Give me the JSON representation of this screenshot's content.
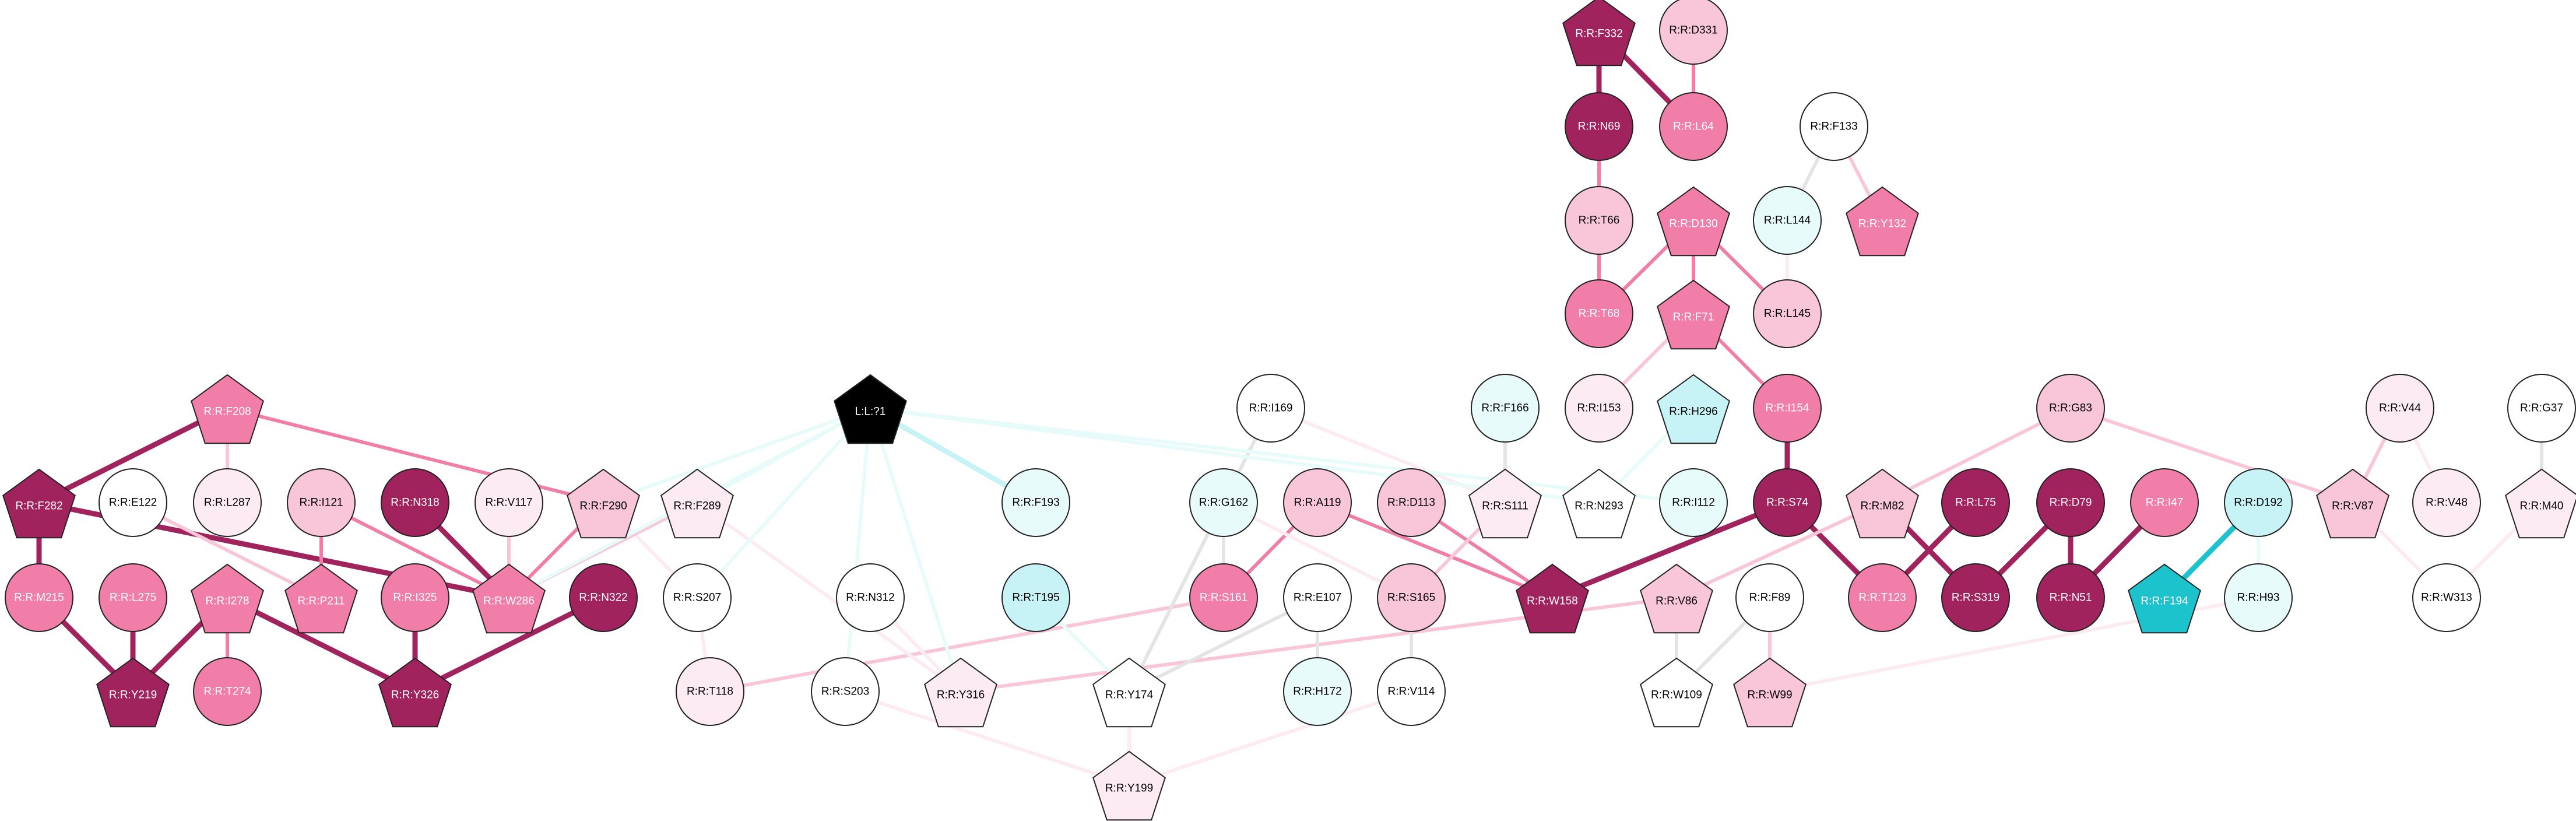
{
  "colors": {
    "dark": "#a0235e",
    "mid": "#f07ea9",
    "light": "#f8c5d9",
    "pale": "#fcebf2",
    "white": "#ffffff",
    "cyan_pale": "#e8fbfb",
    "cyan_light": "#c8f3f6",
    "cyan": "#1cc3cc",
    "black": "#000000",
    "grey": "#e4e4e4"
  },
  "nodes": [
    {
      "id": "L:L:?1",
      "shape": "pentagon",
      "fill": "black"
    },
    {
      "id": "R:R:F332",
      "shape": "pentagon",
      "fill": "dark"
    },
    {
      "id": "R:R:D331",
      "shape": "circle",
      "fill": "light"
    },
    {
      "id": "R:R:N69",
      "shape": "circle",
      "fill": "dark"
    },
    {
      "id": "R:R:L64",
      "shape": "circle",
      "fill": "mid"
    },
    {
      "id": "R:R:F133",
      "shape": "circle",
      "fill": "white"
    },
    {
      "id": "R:R:T66",
      "shape": "circle",
      "fill": "light"
    },
    {
      "id": "R:R:D130",
      "shape": "pentagon",
      "fill": "mid"
    },
    {
      "id": "R:R:L144",
      "shape": "circle",
      "fill": "cyan_pale"
    },
    {
      "id": "R:R:Y132",
      "shape": "pentagon",
      "fill": "mid"
    },
    {
      "id": "R:R:T68",
      "shape": "circle",
      "fill": "mid"
    },
    {
      "id": "R:R:F71",
      "shape": "pentagon",
      "fill": "mid"
    },
    {
      "id": "R:R:L145",
      "shape": "circle",
      "fill": "light"
    },
    {
      "id": "R:R:F208",
      "shape": "pentagon",
      "fill": "mid"
    },
    {
      "id": "R:R:I169",
      "shape": "circle",
      "fill": "white"
    },
    {
      "id": "R:R:F166",
      "shape": "circle",
      "fill": "cyan_pale"
    },
    {
      "id": "R:R:I153",
      "shape": "circle",
      "fill": "pale"
    },
    {
      "id": "R:R:H296",
      "shape": "pentagon",
      "fill": "cyan_light"
    },
    {
      "id": "R:R:I154",
      "shape": "circle",
      "fill": "mid"
    },
    {
      "id": "R:R:G83",
      "shape": "circle",
      "fill": "light"
    },
    {
      "id": "R:R:V44",
      "shape": "circle",
      "fill": "pale"
    },
    {
      "id": "R:R:G37",
      "shape": "circle",
      "fill": "white"
    },
    {
      "id": "R:R:F282",
      "shape": "pentagon",
      "fill": "dark"
    },
    {
      "id": "R:R:E122",
      "shape": "circle",
      "fill": "white"
    },
    {
      "id": "R:R:L287",
      "shape": "circle",
      "fill": "pale"
    },
    {
      "id": "R:R:I121",
      "shape": "circle",
      "fill": "light"
    },
    {
      "id": "R:R:N318",
      "shape": "circle",
      "fill": "dark"
    },
    {
      "id": "R:R:V117",
      "shape": "circle",
      "fill": "pale"
    },
    {
      "id": "R:R:F290",
      "shape": "pentagon",
      "fill": "light"
    },
    {
      "id": "R:R:F289",
      "shape": "pentagon",
      "fill": "pale"
    },
    {
      "id": "R:R:F193",
      "shape": "circle",
      "fill": "cyan_pale"
    },
    {
      "id": "R:R:G162",
      "shape": "circle",
      "fill": "cyan_pale"
    },
    {
      "id": "R:R:A119",
      "shape": "circle",
      "fill": "light"
    },
    {
      "id": "R:R:D113",
      "shape": "circle",
      "fill": "light"
    },
    {
      "id": "R:R:S111",
      "shape": "pentagon",
      "fill": "pale"
    },
    {
      "id": "R:R:N293",
      "shape": "pentagon",
      "fill": "white"
    },
    {
      "id": "R:R:I112",
      "shape": "circle",
      "fill": "cyan_pale"
    },
    {
      "id": "R:R:S74",
      "shape": "circle",
      "fill": "dark"
    },
    {
      "id": "R:R:M82",
      "shape": "pentagon",
      "fill": "light"
    },
    {
      "id": "R:R:L75",
      "shape": "circle",
      "fill": "dark"
    },
    {
      "id": "R:R:D79",
      "shape": "circle",
      "fill": "dark"
    },
    {
      "id": "R:R:I47",
      "shape": "circle",
      "fill": "mid"
    },
    {
      "id": "R:R:D192",
      "shape": "circle",
      "fill": "cyan_light"
    },
    {
      "id": "R:R:V87",
      "shape": "pentagon",
      "fill": "light"
    },
    {
      "id": "R:R:V48",
      "shape": "circle",
      "fill": "pale"
    },
    {
      "id": "R:R:M40",
      "shape": "pentagon",
      "fill": "pale"
    },
    {
      "id": "R:R:M215",
      "shape": "circle",
      "fill": "mid"
    },
    {
      "id": "R:R:L275",
      "shape": "circle",
      "fill": "mid"
    },
    {
      "id": "R:R:I278",
      "shape": "pentagon",
      "fill": "mid"
    },
    {
      "id": "R:R:P211",
      "shape": "pentagon",
      "fill": "mid"
    },
    {
      "id": "R:R:I325",
      "shape": "circle",
      "fill": "mid"
    },
    {
      "id": "R:R:W286",
      "shape": "pentagon",
      "fill": "mid"
    },
    {
      "id": "R:R:N322",
      "shape": "circle",
      "fill": "dark"
    },
    {
      "id": "R:R:S207",
      "shape": "circle",
      "fill": "white"
    },
    {
      "id": "R:R:N312",
      "shape": "circle",
      "fill": "white"
    },
    {
      "id": "R:R:T195",
      "shape": "circle",
      "fill": "cyan_light"
    },
    {
      "id": "R:R:S161",
      "shape": "circle",
      "fill": "mid"
    },
    {
      "id": "R:R:E107",
      "shape": "circle",
      "fill": "white"
    },
    {
      "id": "R:R:S165",
      "shape": "circle",
      "fill": "light"
    },
    {
      "id": "R:R:W158",
      "shape": "pentagon",
      "fill": "dark"
    },
    {
      "id": "R:R:V86",
      "shape": "pentagon",
      "fill": "light"
    },
    {
      "id": "R:R:F89",
      "shape": "circle",
      "fill": "white"
    },
    {
      "id": "R:R:T123",
      "shape": "circle",
      "fill": "mid"
    },
    {
      "id": "R:R:S319",
      "shape": "circle",
      "fill": "dark"
    },
    {
      "id": "R:R:N51",
      "shape": "circle",
      "fill": "dark"
    },
    {
      "id": "R:R:F194",
      "shape": "pentagon",
      "fill": "cyan"
    },
    {
      "id": "R:R:H93",
      "shape": "circle",
      "fill": "cyan_pale"
    },
    {
      "id": "R:R:W313",
      "shape": "circle",
      "fill": "white"
    },
    {
      "id": "R:R:Y219",
      "shape": "pentagon",
      "fill": "dark"
    },
    {
      "id": "R:R:T274",
      "shape": "circle",
      "fill": "mid"
    },
    {
      "id": "R:R:Y326",
      "shape": "pentagon",
      "fill": "dark"
    },
    {
      "id": "R:R:T118",
      "shape": "circle",
      "fill": "pale"
    },
    {
      "id": "R:R:S203",
      "shape": "circle",
      "fill": "white"
    },
    {
      "id": "R:R:Y316",
      "shape": "pentagon",
      "fill": "pale"
    },
    {
      "id": "R:R:Y174",
      "shape": "pentagon",
      "fill": "white"
    },
    {
      "id": "R:R:H172",
      "shape": "circle",
      "fill": "cyan_pale"
    },
    {
      "id": "R:R:V114",
      "shape": "circle",
      "fill": "white"
    },
    {
      "id": "R:R:W109",
      "shape": "pentagon",
      "fill": "white"
    },
    {
      "id": "R:R:W99",
      "shape": "pentagon",
      "fill": "light"
    },
    {
      "id": "R:R:Y199",
      "shape": "pentagon",
      "fill": "pale"
    }
  ],
  "edges": [
    {
      "source": "R:R:F332",
      "target": "R:R:N69",
      "color": "dark",
      "weight": "heavy"
    },
    {
      "source": "R:R:F332",
      "target": "R:R:L64",
      "color": "dark",
      "weight": "heavy"
    },
    {
      "source": "R:R:D331",
      "target": "R:R:L64",
      "color": "mid",
      "weight": "medium"
    },
    {
      "source": "R:R:N69",
      "target": "R:R:T66",
      "color": "mid",
      "weight": "medium"
    },
    {
      "source": "R:R:T66",
      "target": "R:R:T68",
      "color": "mid",
      "weight": "medium"
    },
    {
      "source": "R:R:D130",
      "target": "R:R:T68",
      "color": "mid",
      "weight": "medium"
    },
    {
      "source": "R:R:D130",
      "target": "R:R:F71",
      "color": "mid",
      "weight": "medium"
    },
    {
      "source": "R:R:D130",
      "target": "R:R:L145",
      "color": "mid",
      "weight": "medium"
    },
    {
      "source": "R:R:F71",
      "target": "R:R:I154",
      "color": "mid",
      "weight": "medium"
    },
    {
      "source": "R:R:F71",
      "target": "R:R:I153",
      "color": "light",
      "weight": "medium"
    },
    {
      "source": "R:R:F133",
      "target": "R:R:L144",
      "color": "grey",
      "weight": "medium"
    },
    {
      "source": "R:R:F133",
      "target": "R:R:Y132",
      "color": "light",
      "weight": "medium"
    },
    {
      "source": "R:R:L144",
      "target": "R:R:L145",
      "color": "pale",
      "weight": "medium"
    },
    {
      "source": "R:R:I154",
      "target": "R:R:S74",
      "color": "dark",
      "weight": "heavy"
    },
    {
      "source": "R:R:S74",
      "target": "R:R:W158",
      "color": "dark",
      "weight": "heavy"
    },
    {
      "source": "R:R:S74",
      "target": "R:R:T123",
      "color": "dark",
      "weight": "heavy"
    },
    {
      "source": "R:R:L75",
      "target": "R:R:T123",
      "color": "dark",
      "weight": "heavy"
    },
    {
      "source": "R:R:D79",
      "target": "R:R:S319",
      "color": "dark",
      "weight": "heavy"
    },
    {
      "source": "R:R:D79",
      "target": "R:R:N51",
      "color": "dark",
      "weight": "heavy"
    },
    {
      "source": "R:R:I47",
      "target": "R:R:N51",
      "color": "dark",
      "weight": "heavy"
    },
    {
      "source": "R:R:M82",
      "target": "R:R:S319",
      "color": "dark",
      "weight": "heavy"
    },
    {
      "source": "R:R:G83",
      "target": "R:R:M82",
      "color": "light",
      "weight": "medium"
    },
    {
      "source": "R:R:G83",
      "target": "R:R:V87",
      "color": "light",
      "weight": "medium"
    },
    {
      "source": "R:R:V44",
      "target": "R:R:V87",
      "color": "light",
      "weight": "medium"
    },
    {
      "source": "R:R:V44",
      "target": "R:R:V48",
      "color": "pale",
      "weight": "medium"
    },
    {
      "source": "R:R:V87",
      "target": "R:R:W313",
      "color": "pale",
      "weight": "medium"
    },
    {
      "source": "R:R:G37",
      "target": "R:R:M40",
      "color": "grey",
      "weight": "medium"
    },
    {
      "source": "R:R:M40",
      "target": "R:R:W313",
      "color": "pale",
      "weight": "medium"
    },
    {
      "source": "R:R:D192",
      "target": "R:R:F194",
      "color": "cyan",
      "weight": "heavy"
    },
    {
      "source": "R:R:D192",
      "target": "R:R:H93",
      "color": "cyan_pale",
      "weight": "medium"
    },
    {
      "source": "R:R:H93",
      "target": "R:R:W99",
      "color": "pale",
      "weight": "medium"
    },
    {
      "source": "R:R:F89",
      "target": "R:R:W99",
      "color": "light",
      "weight": "medium"
    },
    {
      "source": "R:R:F89",
      "target": "R:R:W109",
      "color": "grey",
      "weight": "medium"
    },
    {
      "source": "R:R:V86",
      "target": "R:R:W109",
      "color": "grey",
      "weight": "medium"
    },
    {
      "source": "R:R:M82",
      "target": "R:R:V86",
      "color": "light",
      "weight": "medium"
    },
    {
      "source": "R:R:V86",
      "target": "R:R:Y316",
      "color": "light",
      "weight": "medium"
    },
    {
      "source": "R:R:D113",
      "target": "R:R:W158",
      "color": "mid",
      "weight": "medium"
    },
    {
      "source": "R:R:A119",
      "target": "R:R:W158",
      "color": "mid",
      "weight": "medium"
    },
    {
      "source": "R:R:A119",
      "target": "R:R:S161",
      "color": "mid",
      "weight": "medium"
    },
    {
      "source": "R:R:S161",
      "target": "R:R:T118",
      "color": "light",
      "weight": "medium"
    },
    {
      "source": "R:R:G162",
      "target": "R:R:S161",
      "color": "grey",
      "weight": "medium"
    },
    {
      "source": "R:R:G162",
      "target": "R:R:S165",
      "color": "pale",
      "weight": "medium"
    },
    {
      "source": "R:R:S111",
      "target": "R:R:S165",
      "color": "light",
      "weight": "medium"
    },
    {
      "source": "R:R:F166",
      "target": "R:R:S111",
      "color": "grey",
      "weight": "medium"
    },
    {
      "source": "R:R:I169",
      "target": "R:R:S111",
      "color": "pale",
      "weight": "medium"
    },
    {
      "source": "R:R:I169",
      "target": "R:R:Y174",
      "color": "grey",
      "weight": "medium"
    },
    {
      "source": "R:R:S165",
      "target": "R:R:V114",
      "color": "grey",
      "weight": "medium"
    },
    {
      "source": "R:R:E107",
      "target": "R:R:H172",
      "color": "grey",
      "weight": "medium"
    },
    {
      "source": "R:R:E107",
      "target": "R:R:Y174",
      "color": "grey",
      "weight": "medium"
    },
    {
      "source": "R:R:T195",
      "target": "R:R:Y174",
      "color": "cyan_pale",
      "weight": "medium"
    },
    {
      "source": "R:R:Y174",
      "target": "R:R:Y199",
      "color": "pale",
      "weight": "medium"
    },
    {
      "source": "R:R:S203",
      "target": "R:R:Y199",
      "color": "pale",
      "weight": "medium"
    },
    {
      "source": "R:R:V114",
      "target": "R:R:Y199",
      "color": "pale",
      "weight": "medium"
    },
    {
      "source": "R:R:N312",
      "target": "R:R:Y316",
      "color": "pale",
      "weight": "medium"
    },
    {
      "source": "R:R:F289",
      "target": "R:R:Y316",
      "color": "pale",
      "weight": "medium"
    },
    {
      "source": "R:R:S207",
      "target": "R:R:T118",
      "color": "pale",
      "weight": "medium"
    },
    {
      "source": "R:R:F290",
      "target": "R:R:S207",
      "color": "pale",
      "weight": "medium"
    },
    {
      "source": "R:R:F208",
      "target": "R:R:F282",
      "color": "dark",
      "weight": "heavy"
    },
    {
      "source": "R:R:F208",
      "target": "R:R:F290",
      "color": "mid",
      "weight": "medium"
    },
    {
      "source": "R:R:F208",
      "target": "R:R:L287",
      "color": "light",
      "weight": "medium"
    },
    {
      "source": "R:R:F282",
      "target": "R:R:W286",
      "color": "dark",
      "weight": "heavy"
    },
    {
      "source": "R:R:F282",
      "target": "R:R:M215",
      "color": "dark",
      "weight": "heavy"
    },
    {
      "source": "R:R:E122",
      "target": "R:R:P211",
      "color": "light",
      "weight": "medium"
    },
    {
      "source": "R:R:I121",
      "target": "R:R:P211",
      "color": "mid",
      "weight": "medium"
    },
    {
      "source": "R:R:I121",
      "target": "R:R:W286",
      "color": "mid",
      "weight": "medium"
    },
    {
      "source": "R:R:N318",
      "target": "R:R:W286",
      "color": "dark",
      "weight": "heavy"
    },
    {
      "source": "R:R:V117",
      "target": "R:R:W286",
      "color": "light",
      "weight": "medium"
    },
    {
      "source": "R:R:F290",
      "target": "R:R:W286",
      "color": "mid",
      "weight": "medium"
    },
    {
      "source": "R:R:F289",
      "target": "R:R:W286",
      "color": "light",
      "weight": "medium"
    },
    {
      "source": "R:R:M215",
      "target": "R:R:Y219",
      "color": "dark",
      "weight": "heavy"
    },
    {
      "source": "R:R:L275",
      "target": "R:R:Y219",
      "color": "dark",
      "weight": "heavy"
    },
    {
      "source": "R:R:I278",
      "target": "R:R:Y219",
      "color": "dark",
      "weight": "heavy"
    },
    {
      "source": "R:R:I278",
      "target": "R:R:T274",
      "color": "mid",
      "weight": "medium"
    },
    {
      "source": "R:R:I278",
      "target": "R:R:Y326",
      "color": "dark",
      "weight": "heavy"
    },
    {
      "source": "R:R:I325",
      "target": "R:R:Y326",
      "color": "dark",
      "weight": "heavy"
    },
    {
      "source": "R:R:N322",
      "target": "R:R:Y326",
      "color": "dark",
      "weight": "heavy"
    },
    {
      "source": "L:L:?1",
      "target": "R:R:F193",
      "color": "cyan_light",
      "weight": "heavy"
    },
    {
      "source": "L:L:?1",
      "target": "R:R:F290",
      "color": "cyan_pale",
      "weight": "medium"
    },
    {
      "source": "L:L:?1",
      "target": "R:R:F289",
      "color": "cyan_pale",
      "weight": "medium"
    },
    {
      "source": "L:L:?1",
      "target": "R:R:S207",
      "color": "cyan_pale",
      "weight": "medium"
    },
    {
      "source": "L:L:?1",
      "target": "R:R:Y316",
      "color": "cyan_pale",
      "weight": "medium"
    },
    {
      "source": "L:L:?1",
      "target": "R:R:S203",
      "color": "cyan_pale",
      "weight": "medium"
    },
    {
      "source": "L:L:?1",
      "target": "R:R:N293",
      "color": "cyan_pale",
      "weight": "medium"
    },
    {
      "source": "L:L:?1",
      "target": "R:R:I112",
      "color": "cyan_pale",
      "weight": "medium"
    },
    {
      "source": "L:L:?1",
      "target": "R:R:W286",
      "color": "cyan_pale",
      "weight": "medium"
    },
    {
      "source": "R:R:H296",
      "target": "R:R:N293",
      "color": "cyan_pale",
      "weight": "medium"
    }
  ]
}
